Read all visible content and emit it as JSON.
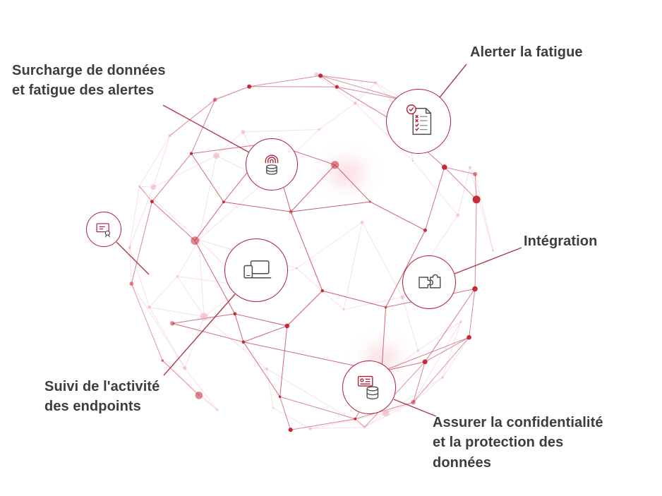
{
  "diagram": {
    "type": "network-sphere-infographic",
    "callouts": [
      {
        "id": "data-overload",
        "label": "Surcharge de données\net fatigue des alertes",
        "icon": "fingerprint-database-icon"
      },
      {
        "id": "alert-fatigue",
        "label": "Alerter la fatigue",
        "icon": "checklist-document-icon"
      },
      {
        "id": "integration",
        "label": "Intégration",
        "icon": "puzzle-icon"
      },
      {
        "id": "endpoint-activity",
        "label": "Suivi de l'activité\ndes endpoints",
        "icon": "devices-icon"
      },
      {
        "id": "data-privacy",
        "label": "Assurer la confidentialité\net la protection des\ndonnées",
        "icon": "id-card-database-icon"
      },
      {
        "id": "presentation",
        "label": "",
        "icon": "presentation-badge-icon"
      }
    ],
    "colors": {
      "accent": "#b01e36",
      "text": "#3d3d3d",
      "leader_line": "#a32638"
    }
  },
  "network": {
    "colors": {
      "line_front": "#c23a50",
      "line_back": "#efb6bf",
      "node_front": "#c2242e",
      "node_back": "#f1a9b4",
      "glow": "#f2a0ac"
    }
  }
}
